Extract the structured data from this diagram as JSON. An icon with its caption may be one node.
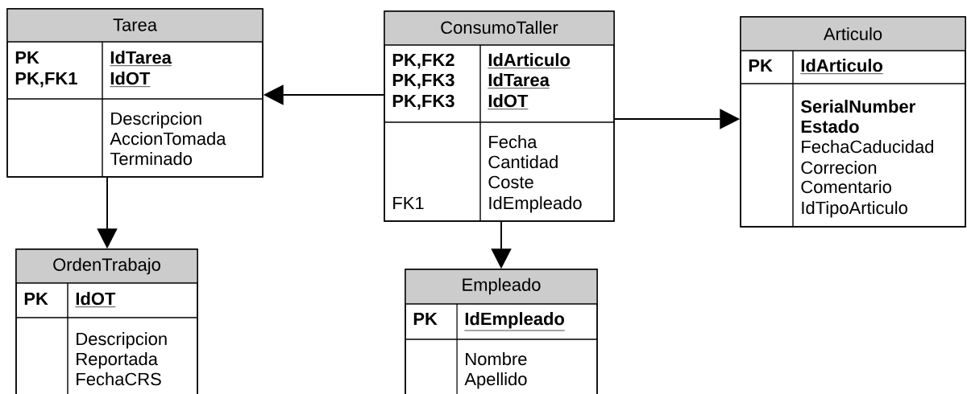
{
  "diagram": {
    "nodes": [
      {
        "text": [
          "Tarea",
          "PK",
          "PK,FK1",
          "IdTarea",
          "IdOT",
          "Descripcion",
          "AccionTomada",
          "Terminado"
        ]
      },
      {
        "text": [
          "ConsumoTaller",
          "PK,FK2",
          "PK,FK3",
          "PK,FK3",
          "IdArticulo",
          "IdTarea",
          "IdOT",
          "FK1",
          "Fecha",
          "Cantidad",
          "Coste",
          "IdEmpleado"
        ]
      },
      {
        "text": [
          "Articulo",
          "PK",
          "IdArticulo",
          "SerialNumber",
          "Estado",
          "FechaCaducidad",
          "Correcion",
          "Comentario",
          "IdTipoArticulo"
        ]
      },
      {
        "text": [
          "OrdenTrabajo",
          "PK",
          "IdOT",
          "Descripcion",
          "Reportada",
          "FechaCRS"
        ]
      },
      {
        "text": [
          "Empleado",
          "PK",
          "IdEmpleado",
          "Nombre",
          "Apellido"
        ]
      }
    ],
    "edges": [
      {
        "from": 1,
        "to": 0,
        "arrow": "to"
      },
      {
        "from": 0,
        "to": 3,
        "arrow": "to"
      },
      {
        "from": 1,
        "to": 2,
        "arrow": "to"
      },
      {
        "from": 1,
        "to": 4,
        "arrow": "to"
      }
    ]
  }
}
